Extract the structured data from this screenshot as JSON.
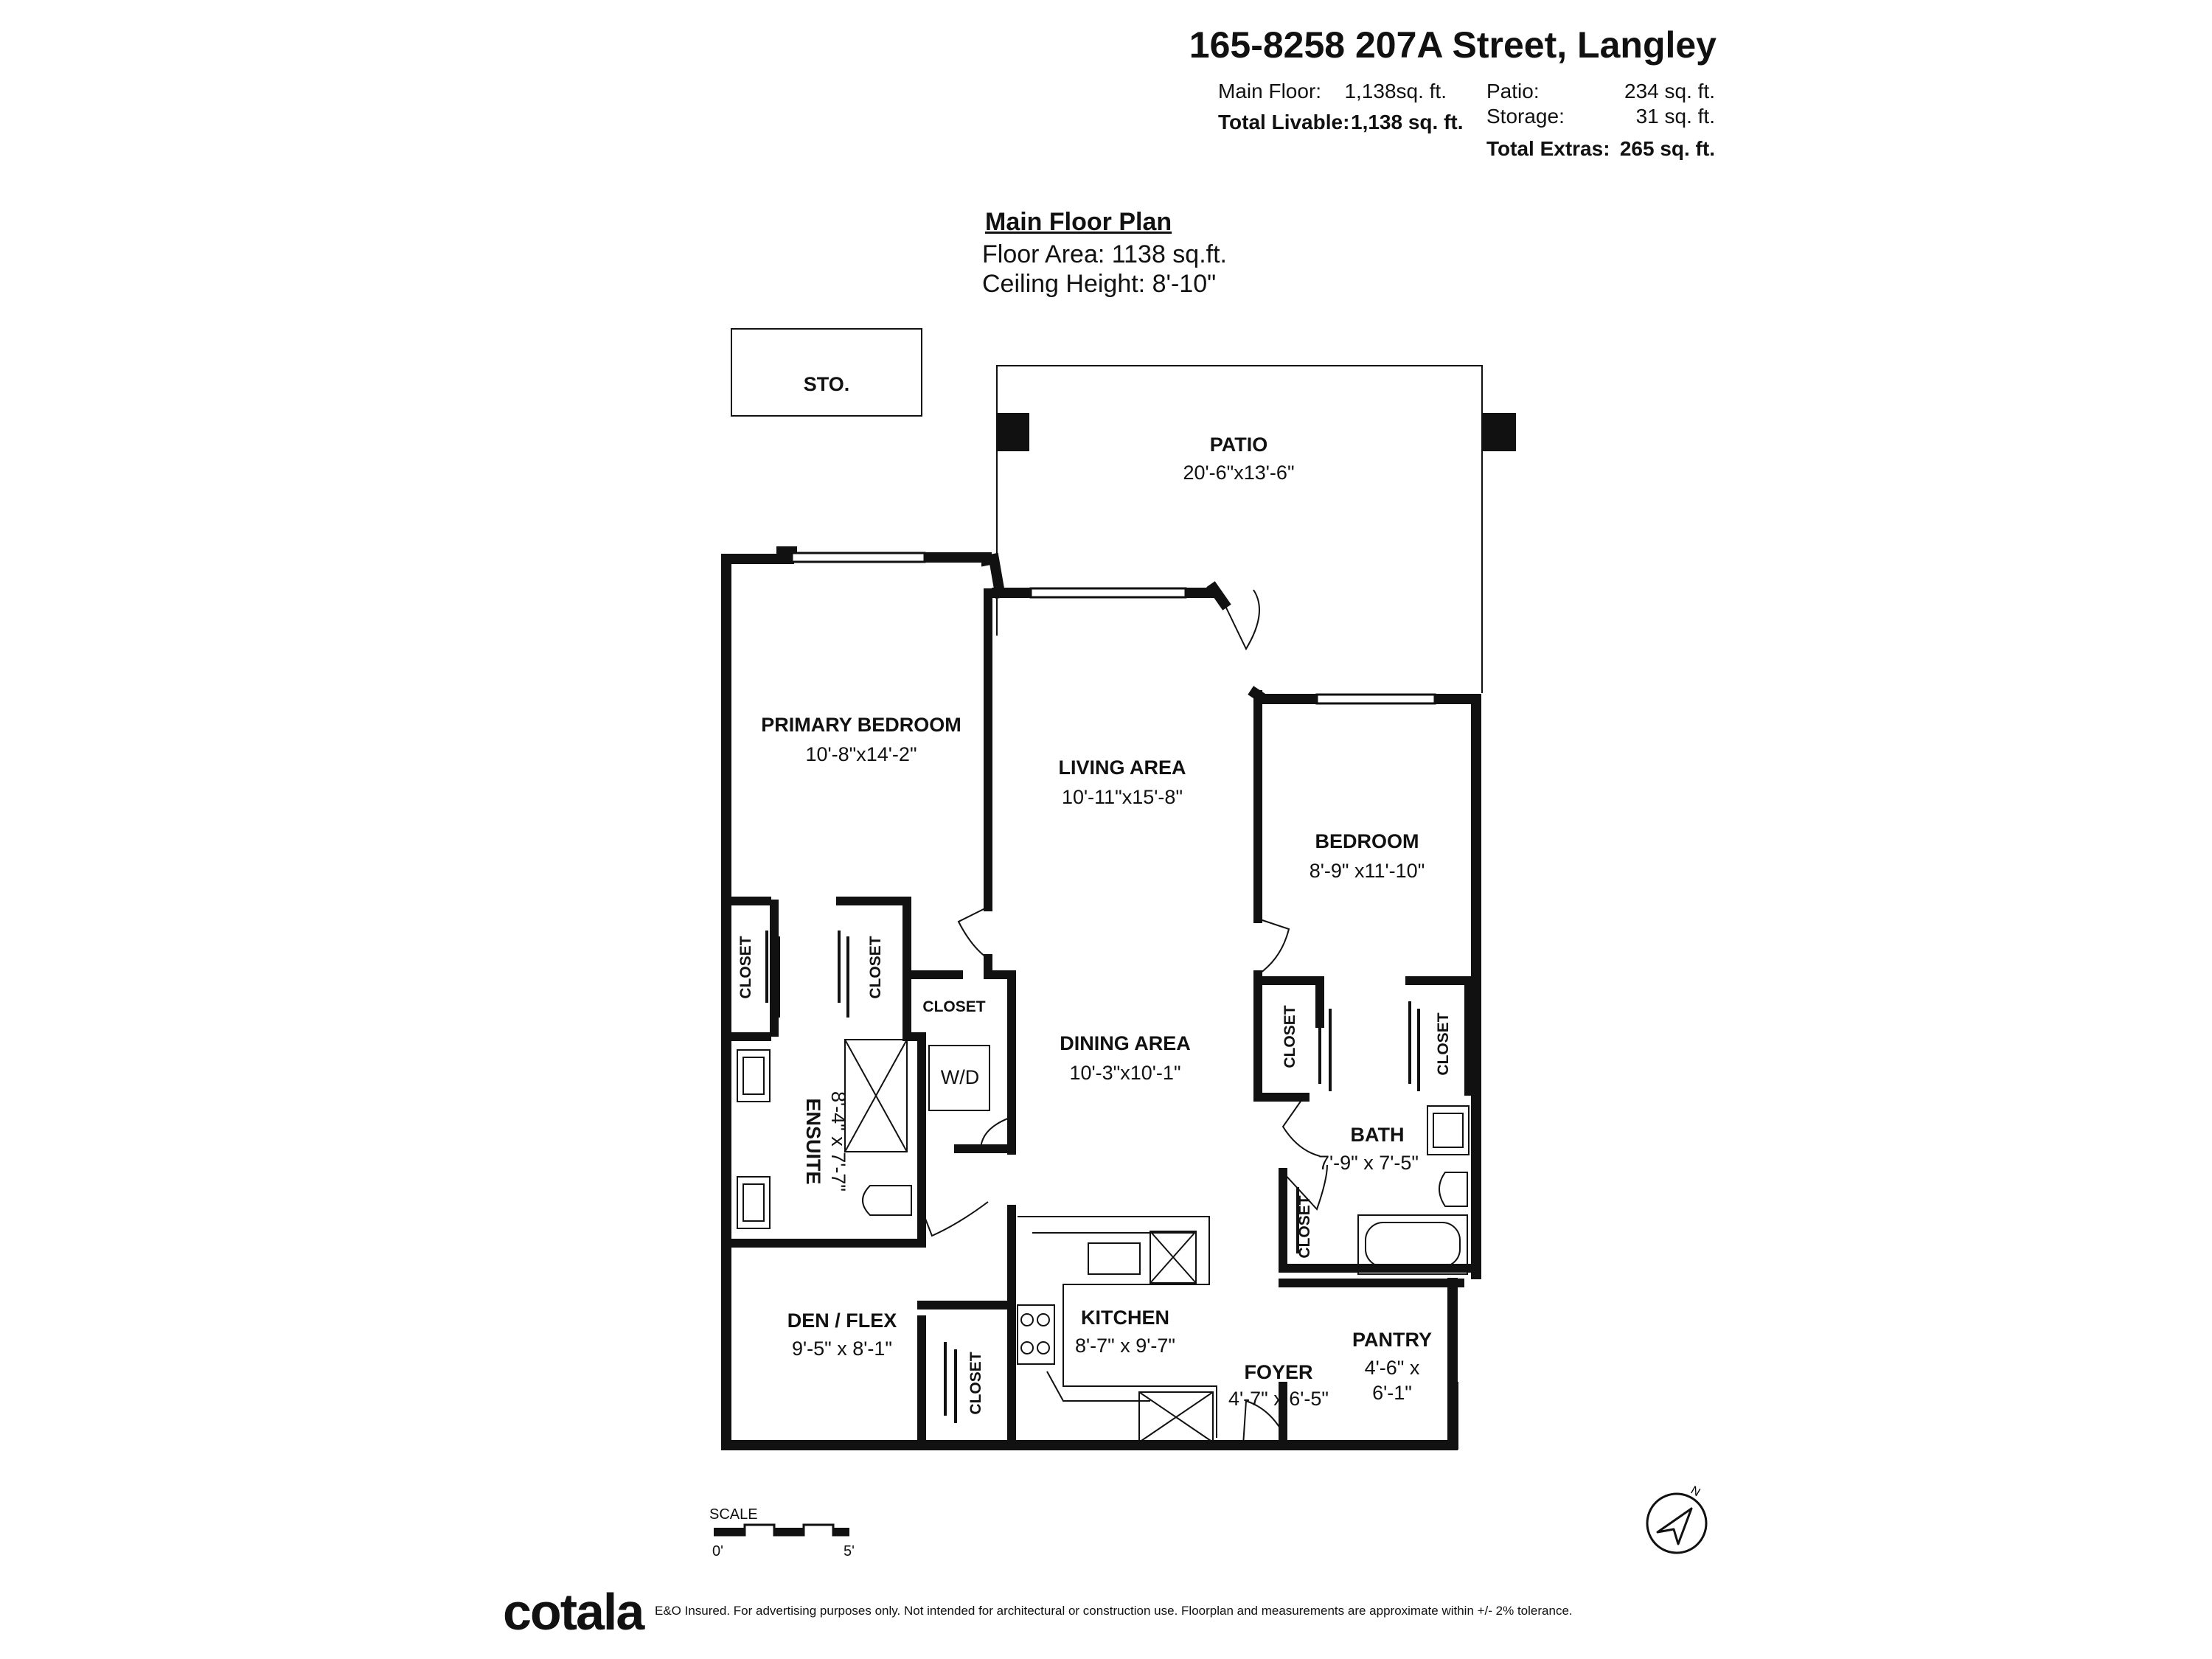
{
  "header": {
    "address": "165-8258 207A Street, Langley",
    "main_floor_label": "Main Floor:",
    "main_floor_value": "1,138sq. ft.",
    "total_livable_label": "Total Livable:",
    "total_livable_value": "1,138 sq. ft.",
    "patio_label": "Patio:",
    "patio_value": "234 sq. ft.",
    "storage_label": "Storage:",
    "storage_value": "31 sq. ft.",
    "total_extras_label": "Total Extras:",
    "total_extras_value": "265 sq. ft."
  },
  "plan_info": {
    "heading": "Main Floor Plan",
    "floor_area": "Floor Area: 1138 sq.ft.",
    "ceiling_height": "Ceiling Height: 8'-10\""
  },
  "rooms": {
    "storage": "STO.",
    "patio": "PATIO",
    "patio_dim": "20'-6\"x13'-6\"",
    "primary_bedroom": "PRIMARY BEDROOM",
    "primary_bedroom_dim": "10'-8\"x14'-2\"",
    "living_area": "LIVING AREA",
    "living_area_dim": "10'-11\"x15'-8\"",
    "bedroom": "BEDROOM",
    "bedroom_dim": "8'-9\" x11'-10\"",
    "closet": "CLOSET",
    "dining_area": "DINING AREA",
    "dining_area_dim": "10'-3\"x10'-1\"",
    "washer_dryer": "W/D",
    "ensuite": "ENSUITE",
    "ensuite_dim": "8'-4\" x 7'-7\"",
    "bath": "BATH",
    "bath_dim": "7'-9\" x 7'-5\"",
    "den_flex": "DEN / FLEX",
    "den_flex_dim": "9'-5\" x 8'-1\"",
    "kitchen": "KITCHEN",
    "kitchen_dim": "8'-7\" x 9'-7\"",
    "foyer": "FOYER",
    "foyer_dim": "4'-7\" x 6'-5\"",
    "pantry": "PANTRY",
    "pantry_dim_1": "4'-6\" x",
    "pantry_dim_2": "6'-1\""
  },
  "scale": {
    "label": "SCALE",
    "start": "0'",
    "end": "5'"
  },
  "compass": {
    "label": "N",
    "icon": "north-arrow-icon"
  },
  "footer": {
    "logo": "cotala",
    "disclaimer": "E&O Insured. For advertising purposes only. Not intended for architectural or construction use. Floorplan and measurements are approximate within +/- 2% tolerance."
  }
}
